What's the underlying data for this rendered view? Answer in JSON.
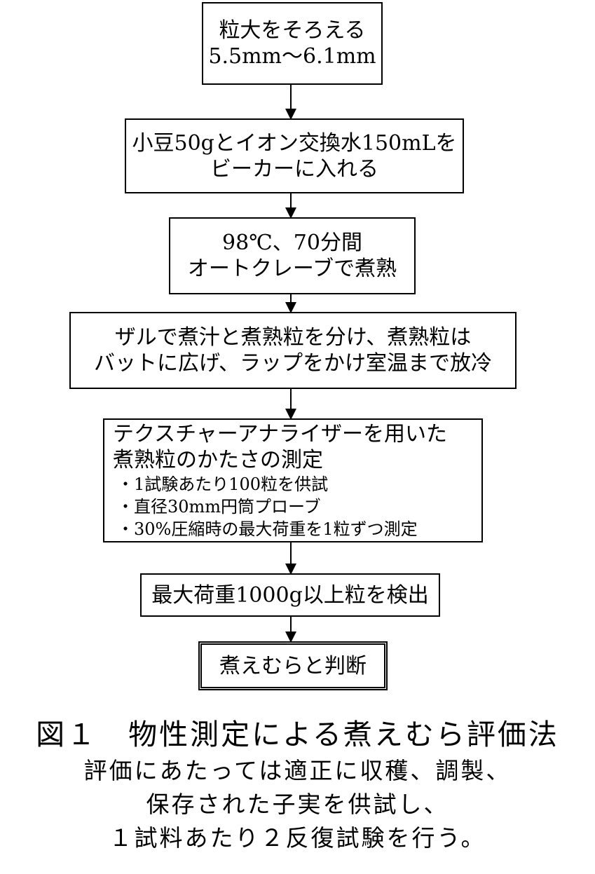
{
  "steps": [
    {
      "lines": [
        "粒大をそろえる",
        "5.5mm〜6.1mm"
      ]
    },
    {
      "lines": [
        "小豆50gとイオン交換水150mLを",
        "ビーカーに入れる"
      ]
    },
    {
      "lines": [
        "98℃、70分間",
        "オートクレーブで煮熟"
      ]
    },
    {
      "lines": [
        "ザルで煮汁と煮熟粒を分け、煮熟粒は",
        "バットに広げ、ラップをかけ室温まで放冷"
      ]
    },
    {
      "lines": [
        "テクスチャーアナライザーを用いた",
        "煮熟粒のかたさの測定"
      ],
      "bullets": [
        "・1試験あたり100粒を供試",
        "・直径30mm円筒プローブ",
        "・30%圧縮時の最大荷重を1粒ずつ測定"
      ]
    },
    {
      "lines": [
        "最大荷重1000g以上粒を検出"
      ]
    },
    {
      "lines": [
        "煮えむらと判断"
      ]
    }
  ],
  "caption": {
    "title": "図１　物性測定による煮えむら評価法",
    "notes": [
      "評価にあたっては適正に収穫、調製、",
      "保存された子実を供試し、",
      "１試料あたり２反復試験を行う。"
    ]
  }
}
